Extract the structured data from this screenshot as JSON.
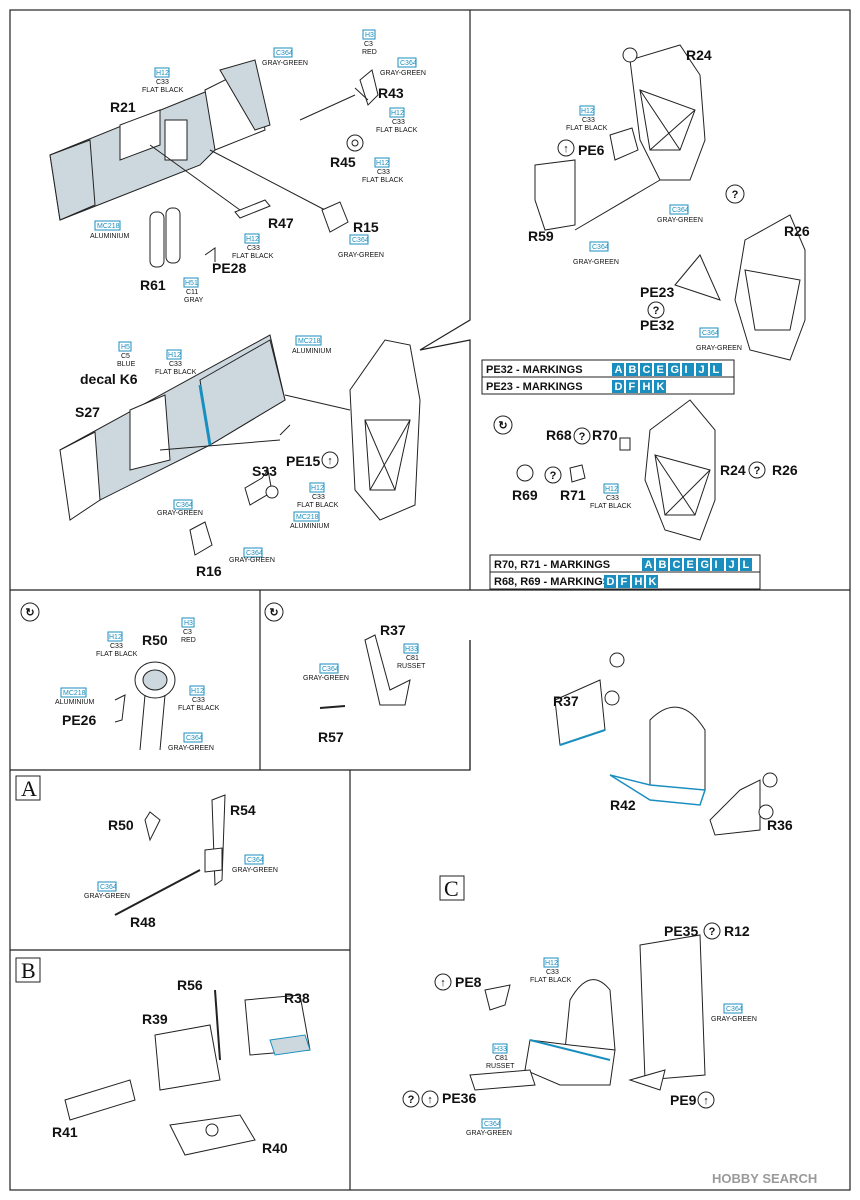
{
  "parts": {
    "R21": "R21",
    "R43": "R43",
    "R45": "R45",
    "R47": "R47",
    "R15": "R15",
    "R61": "R61",
    "PE28": "PE28",
    "decalK6": "decal K6",
    "S27": "S27",
    "PE15": "PE15",
    "S33": "S33",
    "R16": "R16",
    "R24": "R24",
    "PE6": "PE6",
    "R59": "R59",
    "R26": "R26",
    "PE23": "PE23",
    "PE32": "PE32",
    "R68": "R68",
    "R70": "R70",
    "R69": "R69",
    "R71": "R71",
    "R24b": "R24",
    "R26b": "R26",
    "R50": "R50",
    "PE26": "PE26",
    "R37": "R37",
    "R57": "R57",
    "R37b": "R37",
    "R42": "R42",
    "R36": "R36",
    "R50b": "R50",
    "R54": "R54",
    "R48": "R48",
    "R56": "R56",
    "R38": "R38",
    "R39": "R39",
    "R41": "R41",
    "R40": "R40",
    "PE35": "PE35",
    "R12": "R12",
    "PE8": "PE8",
    "PE36": "PE36",
    "PE9": "PE9"
  },
  "sections": {
    "A": "A",
    "B": "B",
    "C": "C"
  },
  "paints": {
    "c364": {
      "code": "C364",
      "name": "GRAY-GREEN"
    },
    "h12": {
      "code": "H12",
      "c": "C33",
      "name": "FLAT BLACK"
    },
    "h3": {
      "code": "H3",
      "c": "C3",
      "name": "RED"
    },
    "h5": {
      "code": "H5",
      "c": "C5",
      "name": "BLUE"
    },
    "h51": {
      "code": "H51",
      "c": "C11",
      "name": "GRAY"
    },
    "h33": {
      "code": "H33",
      "c": "C81",
      "name": "RUSSET"
    },
    "mc218": {
      "code": "MC218",
      "name": "ALUMINIUM"
    }
  },
  "markings": {
    "pe32": {
      "label": "PE32 - MARKINGS",
      "letters": [
        "A",
        "B",
        "C",
        "E",
        "G",
        "I",
        "J",
        "L"
      ]
    },
    "pe23": {
      "label": "PE23 - MARKINGS",
      "letters": [
        "D",
        "F",
        "H",
        "K"
      ]
    },
    "r70": {
      "label": "R70, R71 - MARKINGS",
      "letters": [
        "A",
        "B",
        "C",
        "E",
        "G",
        "I",
        "J",
        "L"
      ]
    },
    "r68": {
      "label": "R68, R69 - MARKINGS",
      "letters": [
        "D",
        "F",
        "H",
        "K"
      ]
    }
  },
  "watermark": "HOBBY SEARCH",
  "colors": {
    "accent": "#1a8fbf",
    "panel": "#cdd8de",
    "line": "#222222"
  }
}
